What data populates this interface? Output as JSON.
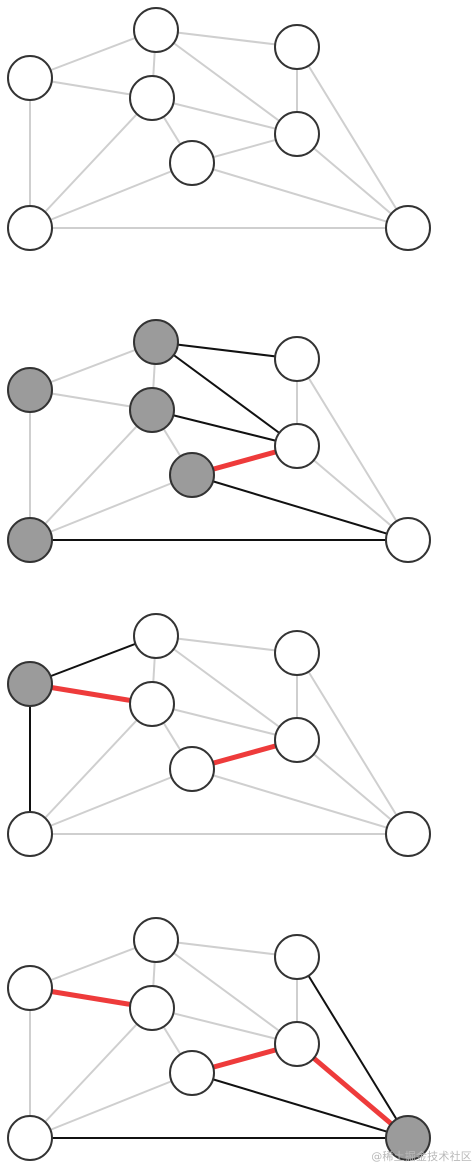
{
  "colors": {
    "background": "#ffffff",
    "node_default_fill": "#ffffff",
    "node_stroke": "#333333",
    "node_visited_fill": "#9b9b9b",
    "edge_default": "#cfcfcf",
    "edge_candidate": "#111111",
    "edge_selected": "#ee3b3b",
    "watermark_text": "#b9b9b9"
  },
  "watermark": {
    "text": "@稀土掘金技术社区"
  },
  "graph": {
    "nodes": [
      {
        "id": "A",
        "label": ""
      },
      {
        "id": "B",
        "label": ""
      },
      {
        "id": "C",
        "label": ""
      },
      {
        "id": "D",
        "label": ""
      },
      {
        "id": "E",
        "label": ""
      },
      {
        "id": "F",
        "label": ""
      },
      {
        "id": "G",
        "label": ""
      },
      {
        "id": "H",
        "label": ""
      }
    ],
    "edges": [
      [
        "A",
        "B"
      ],
      [
        "A",
        "C"
      ],
      [
        "A",
        "G"
      ],
      [
        "B",
        "C"
      ],
      [
        "B",
        "D"
      ],
      [
        "B",
        "F"
      ],
      [
        "C",
        "F"
      ],
      [
        "C",
        "G"
      ],
      [
        "C",
        "E"
      ],
      [
        "D",
        "F"
      ],
      [
        "D",
        "H"
      ],
      [
        "E",
        "F"
      ],
      [
        "E",
        "G"
      ],
      [
        "E",
        "H"
      ],
      [
        "F",
        "H"
      ],
      [
        "G",
        "H"
      ]
    ]
  },
  "panels": [
    {
      "visited_nodes": [],
      "candidate_edges": [],
      "selected_edges": []
    },
    {
      "visited_nodes": [
        "A",
        "B",
        "C",
        "E",
        "G"
      ],
      "candidate_edges": [
        [
          "B",
          "D"
        ],
        [
          "B",
          "F"
        ],
        [
          "C",
          "F"
        ],
        [
          "G",
          "H"
        ],
        [
          "E",
          "H"
        ]
      ],
      "selected_edges": [
        [
          "E",
          "F"
        ]
      ]
    },
    {
      "visited_nodes": [
        "A"
      ],
      "candidate_edges": [
        [
          "A",
          "B"
        ],
        [
          "A",
          "G"
        ]
      ],
      "selected_edges": [
        [
          "A",
          "C"
        ],
        [
          "E",
          "F"
        ]
      ]
    },
    {
      "visited_nodes": [
        "H"
      ],
      "candidate_edges": [
        [
          "D",
          "H"
        ],
        [
          "E",
          "H"
        ],
        [
          "G",
          "H"
        ]
      ],
      "selected_edges": [
        [
          "A",
          "C"
        ],
        [
          "E",
          "F"
        ],
        [
          "F",
          "H"
        ]
      ]
    }
  ]
}
